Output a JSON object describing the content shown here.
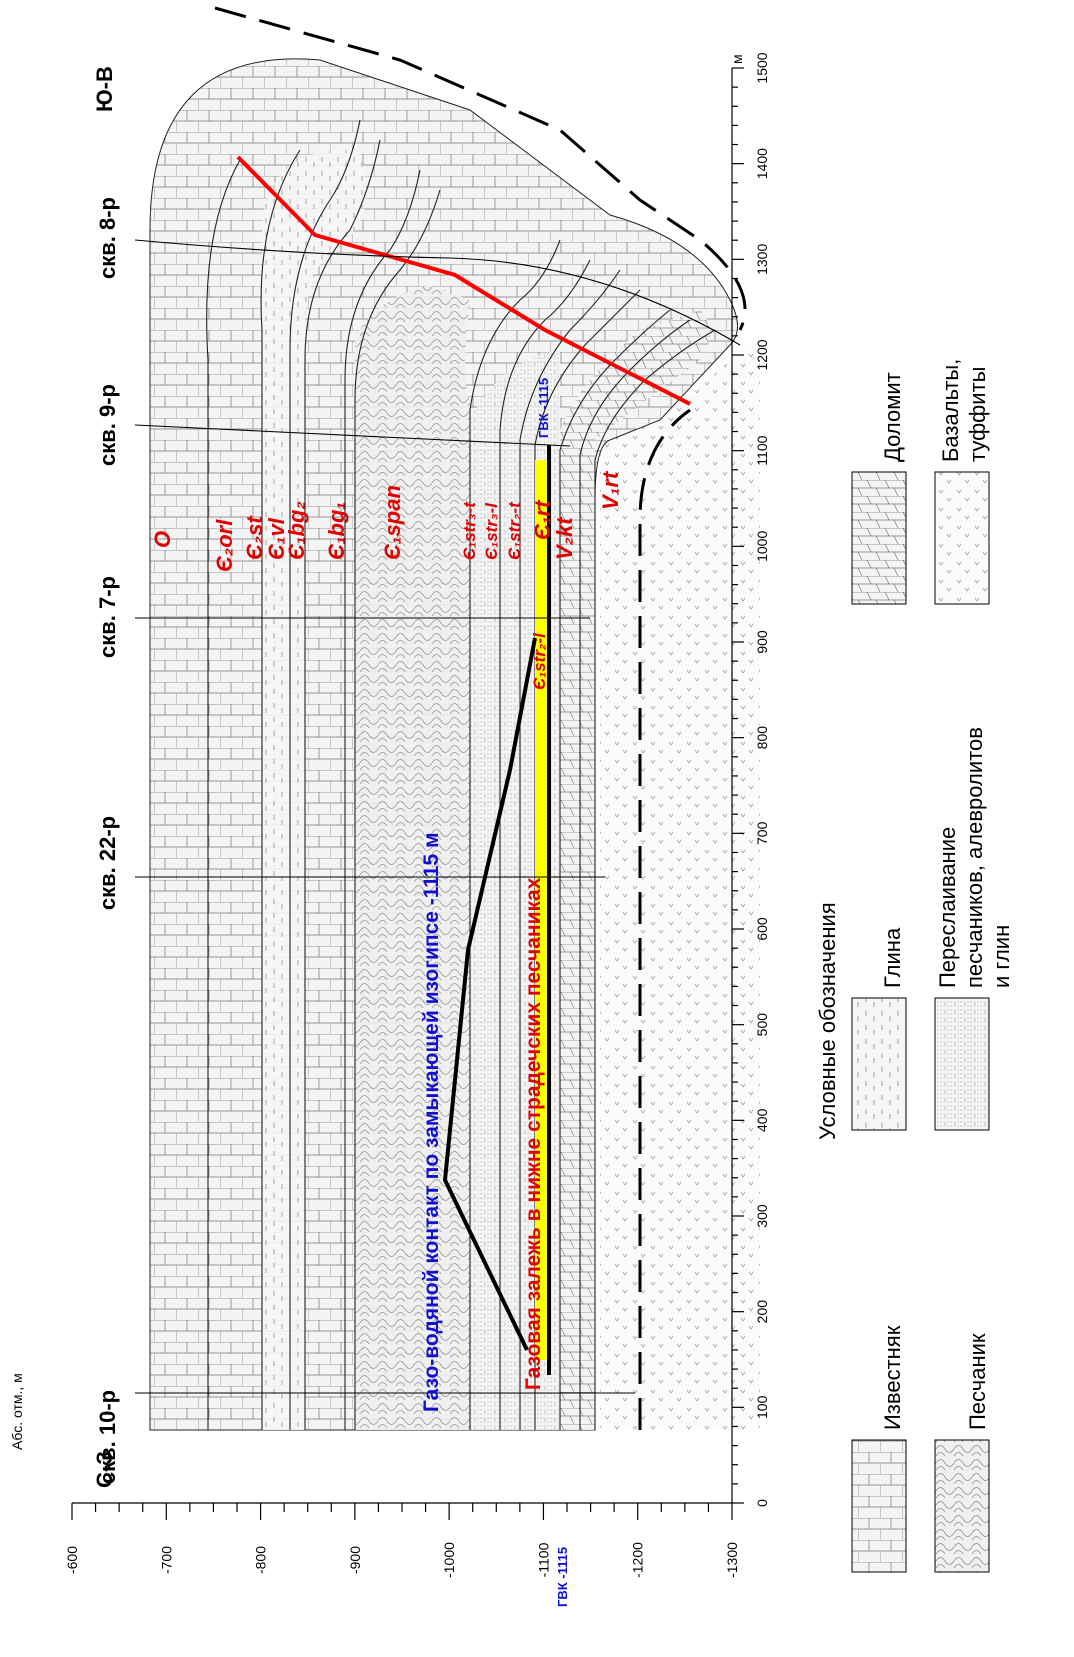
{
  "ylabel": "Абс. отм., м",
  "xunit": "м",
  "corners": {
    "left": "С-З",
    "right": "Ю-В"
  },
  "gvk_label": "ГВК -1115",
  "x_ticks": [
    "0",
    "100",
    "200",
    "300",
    "400",
    "500",
    "600",
    "700",
    "800",
    "900",
    "1000",
    "1100",
    "1200",
    "1300",
    "1400",
    "1500"
  ],
  "y_ticks": [
    "-600",
    "-700",
    "-800",
    "-900",
    "-1000",
    "-1100",
    "-1200",
    "-1300"
  ],
  "wells": [
    {
      "name": "скв. 10-р",
      "x": 100
    },
    {
      "name": "скв. 22-р",
      "x": 645
    },
    {
      "name": "скв. 7-р",
      "x": 920
    },
    {
      "name": "скв. 9-р",
      "x": 1110
    },
    {
      "name": "скв. 8-р",
      "x": 1320
    }
  ],
  "strata": [
    {
      "label": "O"
    },
    {
      "label": "Є₂orl"
    },
    {
      "label": "Є₂st"
    },
    {
      "label": "Є₁vl"
    },
    {
      "label": "Є₁bg₂"
    },
    {
      "label": "Є₁bg₁"
    },
    {
      "label": "Є₁span"
    },
    {
      "label": "Є₁str₃-t"
    },
    {
      "label": "Є₁str₃-l"
    },
    {
      "label": "Є₁str₂-t"
    },
    {
      "label": "Є₁str₂-l"
    },
    {
      "label": "Є₁rt"
    },
    {
      "label": "V₂kt"
    },
    {
      "label": "V₁rt"
    }
  ],
  "annotations": {
    "gas_water_contact": "Газо-водяной контакт по замыкающей изогипсе -1115 м",
    "gas_deposit": "Газовая залежь в нижне страдечских песчаниках"
  },
  "legend": {
    "title": "Условные обозначения",
    "items": [
      {
        "label": "Известняк"
      },
      {
        "label": "Глина"
      },
      {
        "label": "Доломит"
      },
      {
        "label": "Песчаник"
      },
      {
        "label1": "Переслаивание",
        "label2": "песчаников, алевролитов",
        "label3": "и глин"
      },
      {
        "label1": "Базальты,",
        "label2": "туффиты"
      }
    ]
  },
  "colors": {
    "gas_fill": "#ffff00",
    "fault": "#ff0000",
    "strata_text": "#e00000",
    "gvk_text": "#1010d0"
  }
}
